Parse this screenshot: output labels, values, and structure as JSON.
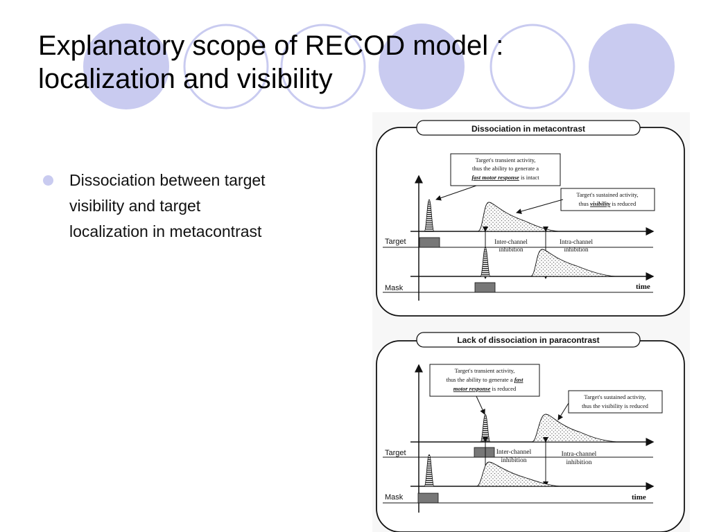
{
  "slide": {
    "title_line1": "Explanatory scope of RECOD model :",
    "title_line2": "localization and visibility",
    "bullets": [
      {
        "text_line1": "Dissociation between target",
        "text_line2": "visibility and target",
        "text_line3": "localization in metacontrast"
      }
    ]
  },
  "colors": {
    "decor_circle_fill": "#c9cbf0",
    "decor_circle_stroke": "#c9cbf0",
    "bullet": "#c9cbf0"
  },
  "figure": {
    "panel_top": {
      "heading": "Dissociation in metacontrast",
      "callout_transient": {
        "line1": "Target's transient activity,",
        "line2": "thus the ability to generate a",
        "line3_bold": "fast motor response",
        "line3_rest": "is intact"
      },
      "callout_sustained": {
        "line1": "Target's sustained activity,",
        "line2_pre": "thus",
        "line2_bold": "visibility",
        "line2_rest": "is reduced"
      },
      "row_target": "Target",
      "row_mask": "Mask",
      "label_inter_1": "Inter-channel",
      "label_inter_2": "inhibition",
      "label_intra_1": "Intra-channel",
      "label_intra_2": "inhibition",
      "time_label": "time"
    },
    "panel_bottom": {
      "heading": "Lack of dissociation in paracontrast",
      "callout_transient": {
        "line1": "Target's transient activity,",
        "line2_pre": "thus the ability to generate a",
        "line2_bold": "fast",
        "line3_bold": "motor response",
        "line3_rest": "is reduced"
      },
      "callout_sustained": {
        "line1": "Target's sustained activity,",
        "line2": "thus the visibility is reduced"
      },
      "row_target": "Target",
      "row_mask": "Mask",
      "label_inter_1": "Inter-channel",
      "label_inter_2": "inhibition",
      "label_intra_1": "Intra-channel",
      "label_intra_2": "inhibition",
      "time_label": "time"
    }
  }
}
